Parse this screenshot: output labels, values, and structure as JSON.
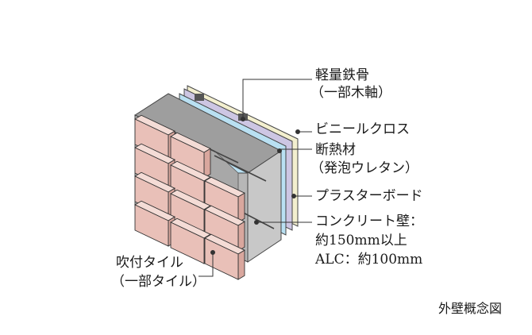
{
  "labels": {
    "steel_frame": [
      "軽量鉄骨",
      "（一部木軸）"
    ],
    "vinyl_cloth": "ビニールクロス",
    "insulation": [
      "断熱材",
      "（発泡ウレタン）"
    ],
    "plasterboard": "プラスターボード",
    "concrete": [
      "コンクリート壁：",
      "約150mm以上",
      "ALC：約100mm"
    ],
    "tile": [
      "吹付タイル",
      "（一部タイル）"
    ]
  },
  "caption": "外壁概念図",
  "colors": {
    "brick": "#e9c0b8",
    "brick_top": "#f4dcd6",
    "concrete_front": "#b5b5b5",
    "concrete_side": "#c8c8c8",
    "concrete_top": "#9e9e9e",
    "insulation": "#b9e0f2",
    "plasterboard": "#cdc6e3",
    "cloth": "#f3efcf",
    "stroke": "#333333"
  }
}
